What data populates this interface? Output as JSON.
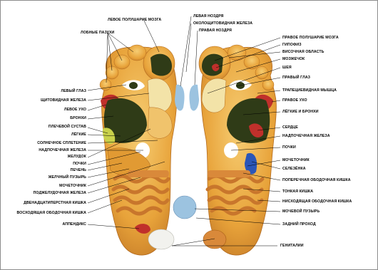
{
  "colors": {
    "skin": "#e8a33a",
    "skin_light": "#f3c46a",
    "dark_green": "#2f3b17",
    "green": "#6f8a27",
    "red": "#c0302b",
    "blue": "#2a56b8",
    "light_blue": "#9cc3e0",
    "pink": "#e7a7a0",
    "intestine": "#c8762c"
  },
  "labels": {
    "left": [
      "ЛОБНЫЕ ПАЗУХИ",
      "ЛЕВОЕ ПОЛУШАРИЕ МОЗГА",
      "ЛЕВЫЙ ГЛАЗ",
      "ЩИТОВИДНАЯ ЖЕЛЕЗА",
      "ЛЕВОЕ УХО",
      "БРОНХИ",
      "ПЛЕЧЕВОЙ СУСТАВ",
      "ЛЁГКИЕ",
      "СОЛНЕЧНОЕ СПЛЕТЕНИЕ",
      "НАДПОЧЕЧНАЯ ЖЕЛЕЗА",
      "ЖЕЛУДОК",
      "ПОЧКИ",
      "ПЕЧЕНЬ",
      "ЖЕЛЧНЫЙ ПУЗЫРЬ",
      "МОЧЕТОЧНИК",
      "ПОДЖЕЛУДОЧНАЯ ЖЕЛЕЗА",
      "ДВЕНАДЦАТИПЕРСТНАЯ КИШКА",
      "ВОСХОДЯЩАЯ ОБОДОЧНАЯ КИШКА",
      "АППЕНДИКС"
    ],
    "right": [
      "ЛЕВАЯ НОЗДРЯ",
      "ОКОЛОЩИТОВИДНАЯ ЖЕЛЕЗА",
      "ПРАВАЯ НОЗДРЯ",
      "ПРАВОЕ ПОЛУШАРИЕ МОЗГА",
      "ГИПОФИЗ",
      "ВИСОЧНАЯ ОБЛАСТЬ",
      "МОЗЖЕЧОК",
      "ШЕЯ",
      "ПРАВЫЙ ГЛАЗ",
      "ТРАПЕЦИЕВИДНАЯ МЫШЦА",
      "ПРАВОЕ УХО",
      "ЛЁГКИЕ И БРОНХИ",
      "СЕРДЦЕ",
      "НАДПОЧЕЧНАЯ ЖЕЛЕЗА",
      "ПОЧКИ",
      "МОЧЕТОЧНИК",
      "СЕЛЕЗЁНКА",
      "ПОПЕРЕЧНАЯ ОБОДОЧНАЯ КИШКА",
      "ТОНКАЯ КИШКА",
      "НИСХОДЯЩАЯ ОБОДОЧНАЯ КИШКА",
      "МОЧЕВОЙ ПУЗЫРЬ",
      "ЗАДНИЙ ПРОХОД",
      "ГЕНИТАЛИИ"
    ]
  }
}
